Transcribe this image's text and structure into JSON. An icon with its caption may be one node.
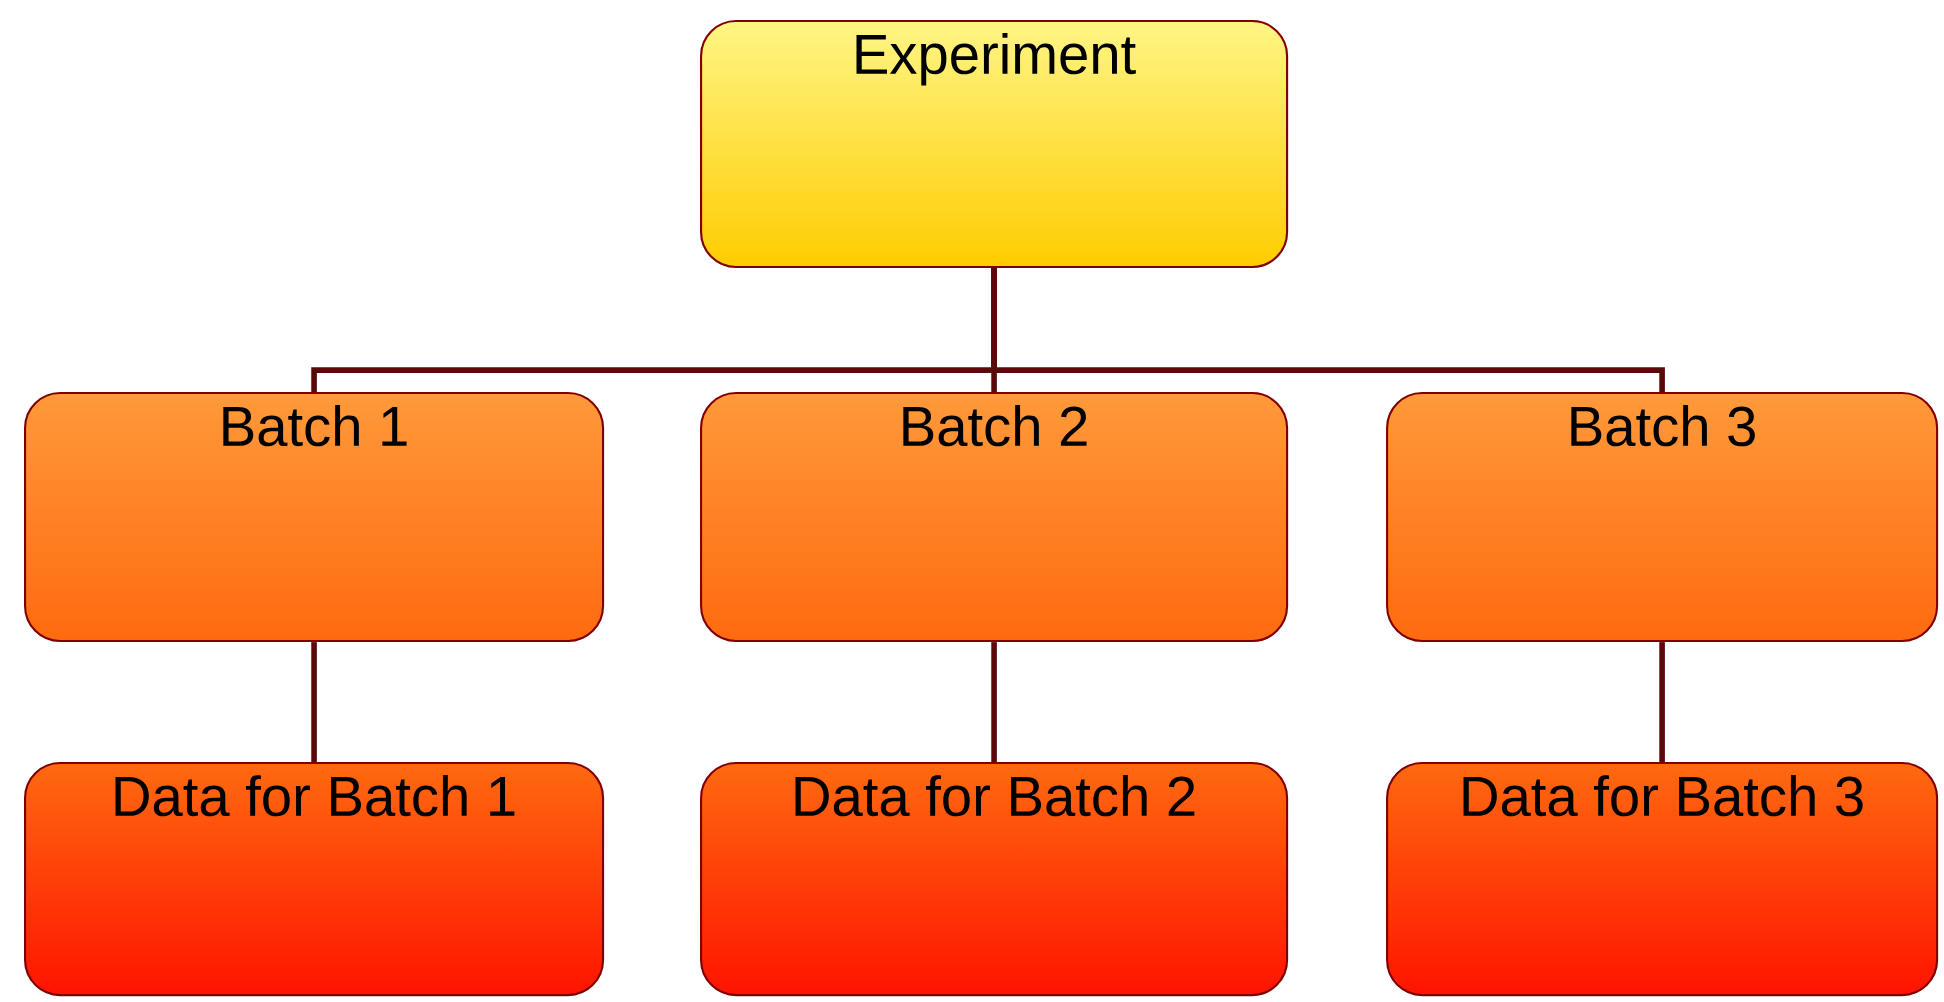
{
  "diagram": {
    "nodes": [
      {
        "text": [
          "Experiment"
        ]
      },
      {
        "text": [
          "Batch 1"
        ]
      },
      {
        "text": [
          "Batch 2"
        ]
      },
      {
        "text": [
          "Batch 3"
        ]
      },
      {
        "text": [
          "Data for Batch 1"
        ]
      },
      {
        "text": [
          "Data for Batch 2"
        ]
      },
      {
        "text": [
          "Data for Batch 3"
        ]
      }
    ],
    "edges": [
      {
        "from": 0,
        "to": 1,
        "arrow": "none"
      },
      {
        "from": 0,
        "to": 2,
        "arrow": "none"
      },
      {
        "from": 0,
        "to": 3,
        "arrow": "none"
      },
      {
        "from": 1,
        "to": 4,
        "arrow": "none"
      },
      {
        "from": 2,
        "to": 5,
        "arrow": "none"
      },
      {
        "from": 3,
        "to": 6,
        "arrow": "none"
      }
    ]
  }
}
